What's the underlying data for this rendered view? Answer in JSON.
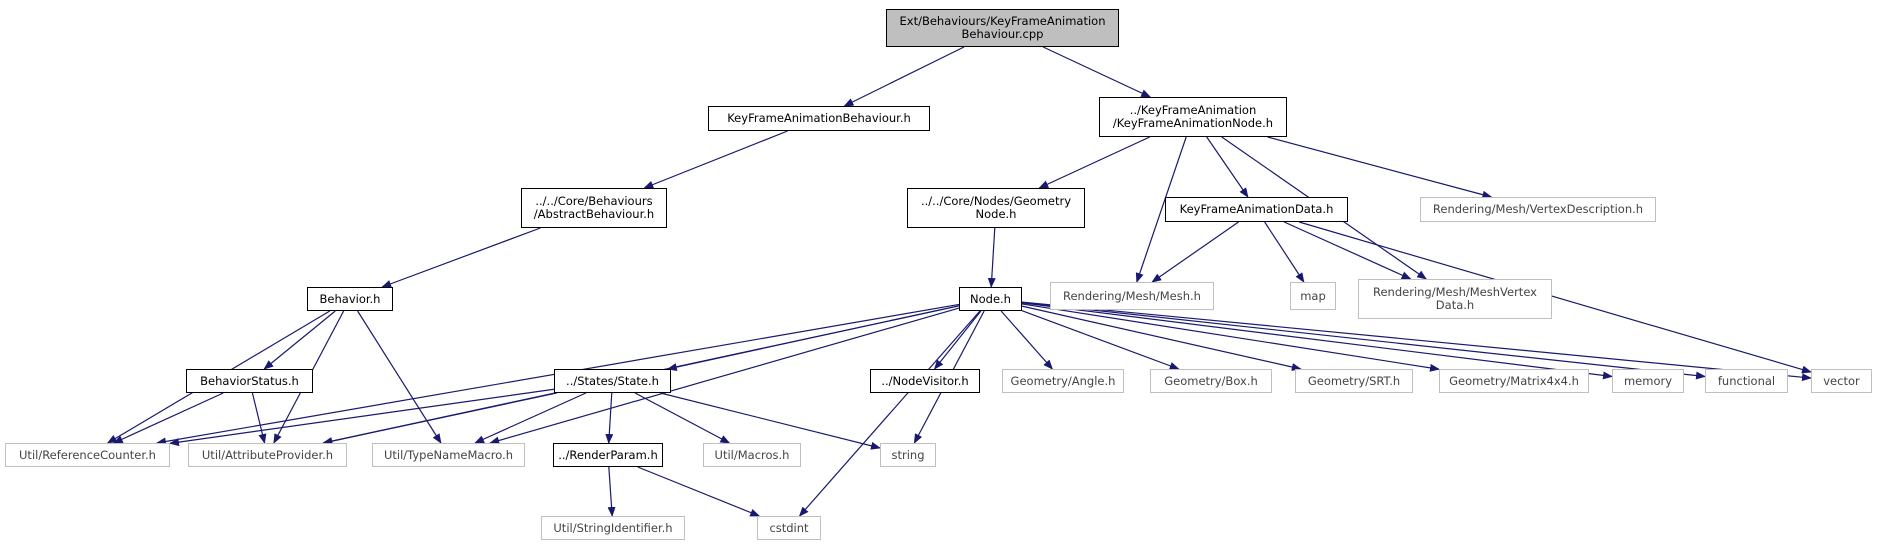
{
  "graph": {
    "edge_color": "#191970",
    "nodes": [
      {
        "id": "root",
        "label": "Ext/Behaviours/KeyFrameAnimation\nBehaviour.cpp",
        "kind": "focus"
      },
      {
        "id": "kfab_h",
        "label": "KeyFrameAnimationBehaviour.h",
        "kind": "local"
      },
      {
        "id": "kfan_h",
        "label": "../KeyFrameAnimation\n/KeyFrameAnimationNode.h",
        "kind": "local"
      },
      {
        "id": "abstract_h",
        "label": "../../Core/Behaviours\n/AbstractBehaviour.h",
        "kind": "local"
      },
      {
        "id": "geomnode_h",
        "label": "../../Core/Nodes/Geometry\nNode.h",
        "kind": "local"
      },
      {
        "id": "kfadata_h",
        "label": "KeyFrameAnimationData.h",
        "kind": "local"
      },
      {
        "id": "vertexdesc_h",
        "label": "Rendering/Mesh/VertexDescription.h",
        "kind": "external"
      },
      {
        "id": "behavior_h",
        "label": "Behavior.h",
        "kind": "local"
      },
      {
        "id": "node_h",
        "label": "Node.h",
        "kind": "local"
      },
      {
        "id": "mesh_h",
        "label": "Rendering/Mesh/Mesh.h",
        "kind": "external"
      },
      {
        "id": "map",
        "label": "map",
        "kind": "external"
      },
      {
        "id": "meshvertex_h",
        "label": "Rendering/Mesh/MeshVertex\nData.h",
        "kind": "external"
      },
      {
        "id": "behaviorstatus_h",
        "label": "BehaviorStatus.h",
        "kind": "local"
      },
      {
        "id": "state_h",
        "label": "../States/State.h",
        "kind": "local"
      },
      {
        "id": "nodevisitor_h",
        "label": "../NodeVisitor.h",
        "kind": "local"
      },
      {
        "id": "angle_h",
        "label": "Geometry/Angle.h",
        "kind": "external"
      },
      {
        "id": "box_h",
        "label": "Geometry/Box.h",
        "kind": "external"
      },
      {
        "id": "srt_h",
        "label": "Geometry/SRT.h",
        "kind": "external"
      },
      {
        "id": "matrix_h",
        "label": "Geometry/Matrix4x4.h",
        "kind": "external"
      },
      {
        "id": "memory",
        "label": "memory",
        "kind": "external"
      },
      {
        "id": "functional",
        "label": "functional",
        "kind": "external"
      },
      {
        "id": "vector",
        "label": "vector",
        "kind": "external"
      },
      {
        "id": "refcounter_h",
        "label": "Util/ReferenceCounter.h",
        "kind": "external"
      },
      {
        "id": "attrprovider_h",
        "label": "Util/AttributeProvider.h",
        "kind": "external"
      },
      {
        "id": "typename_h",
        "label": "Util/TypeNameMacro.h",
        "kind": "external"
      },
      {
        "id": "renderparam_h",
        "label": "../RenderParam.h",
        "kind": "local"
      },
      {
        "id": "macros_h",
        "label": "Util/Macros.h",
        "kind": "external"
      },
      {
        "id": "string",
        "label": "string",
        "kind": "external"
      },
      {
        "id": "stringid_h",
        "label": "Util/StringIdentifier.h",
        "kind": "external"
      },
      {
        "id": "cstdint",
        "label": "cstdint",
        "kind": "external"
      }
    ],
    "edges": [
      [
        "root",
        "kfab_h"
      ],
      [
        "root",
        "kfan_h"
      ],
      [
        "kfab_h",
        "abstract_h"
      ],
      [
        "abstract_h",
        "behavior_h"
      ],
      [
        "kfan_h",
        "geomnode_h"
      ],
      [
        "kfan_h",
        "mesh_h"
      ],
      [
        "kfan_h",
        "kfadata_h"
      ],
      [
        "kfan_h",
        "meshvertex_h"
      ],
      [
        "kfan_h",
        "vertexdesc_h"
      ],
      [
        "kfadata_h",
        "mesh_h"
      ],
      [
        "kfadata_h",
        "map"
      ],
      [
        "kfadata_h",
        "meshvertex_h"
      ],
      [
        "kfadata_h",
        "vector"
      ],
      [
        "geomnode_h",
        "node_h"
      ],
      [
        "behavior_h",
        "refcounter_h"
      ],
      [
        "behavior_h",
        "behaviorstatus_h"
      ],
      [
        "behavior_h",
        "attrprovider_h"
      ],
      [
        "behavior_h",
        "typename_h"
      ],
      [
        "behaviorstatus_h",
        "refcounter_h"
      ],
      [
        "behaviorstatus_h",
        "attrprovider_h"
      ],
      [
        "node_h",
        "refcounter_h"
      ],
      [
        "node_h",
        "attrprovider_h"
      ],
      [
        "node_h",
        "typename_h"
      ],
      [
        "node_h",
        "state_h"
      ],
      [
        "node_h",
        "string"
      ],
      [
        "node_h",
        "cstdint"
      ],
      [
        "node_h",
        "nodevisitor_h"
      ],
      [
        "node_h",
        "angle_h"
      ],
      [
        "node_h",
        "box_h"
      ],
      [
        "node_h",
        "srt_h"
      ],
      [
        "node_h",
        "matrix_h"
      ],
      [
        "node_h",
        "memory"
      ],
      [
        "node_h",
        "functional"
      ],
      [
        "node_h",
        "vector"
      ],
      [
        "state_h",
        "refcounter_h"
      ],
      [
        "state_h",
        "attrprovider_h"
      ],
      [
        "state_h",
        "typename_h"
      ],
      [
        "state_h",
        "renderparam_h"
      ],
      [
        "state_h",
        "macros_h"
      ],
      [
        "state_h",
        "string"
      ],
      [
        "renderparam_h",
        "stringid_h"
      ],
      [
        "renderparam_h",
        "cstdint"
      ]
    ]
  }
}
